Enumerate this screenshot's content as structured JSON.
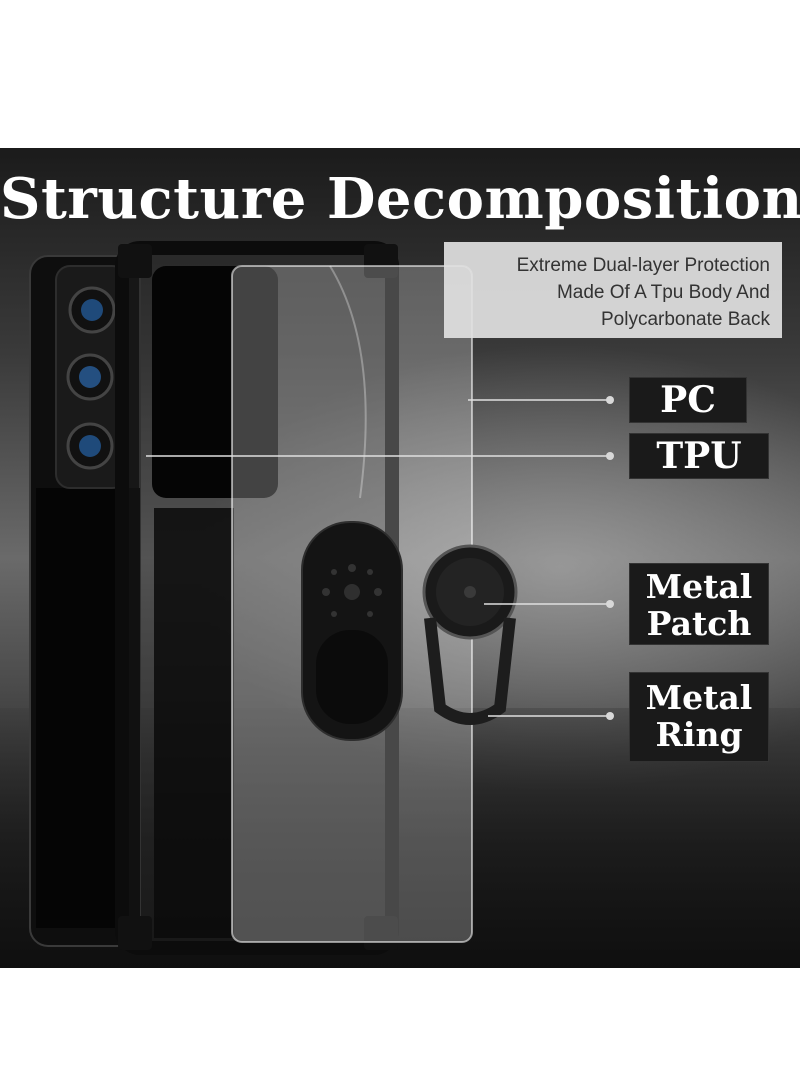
{
  "title": "Structure Decomposition",
  "subtitle": {
    "line1": "Extreme Dual-layer Protection",
    "line2": "Made Of A Tpu Body And",
    "line3": "Polycarbonate Back"
  },
  "labels": {
    "pc": "PC",
    "tpu": "TPU",
    "metal_patch_line1": "Metal",
    "metal_patch_line2": "Patch",
    "metal_ring_line1": "Metal",
    "metal_ring_line2": "Ring"
  },
  "colors": {
    "background": "#ffffff",
    "panel_dark": "#1b1b1b",
    "label_box": "#1a1a1a",
    "label_text": "#ffffff",
    "subtitle_box": "#e1e1e1",
    "subtitle_text": "#333333"
  }
}
